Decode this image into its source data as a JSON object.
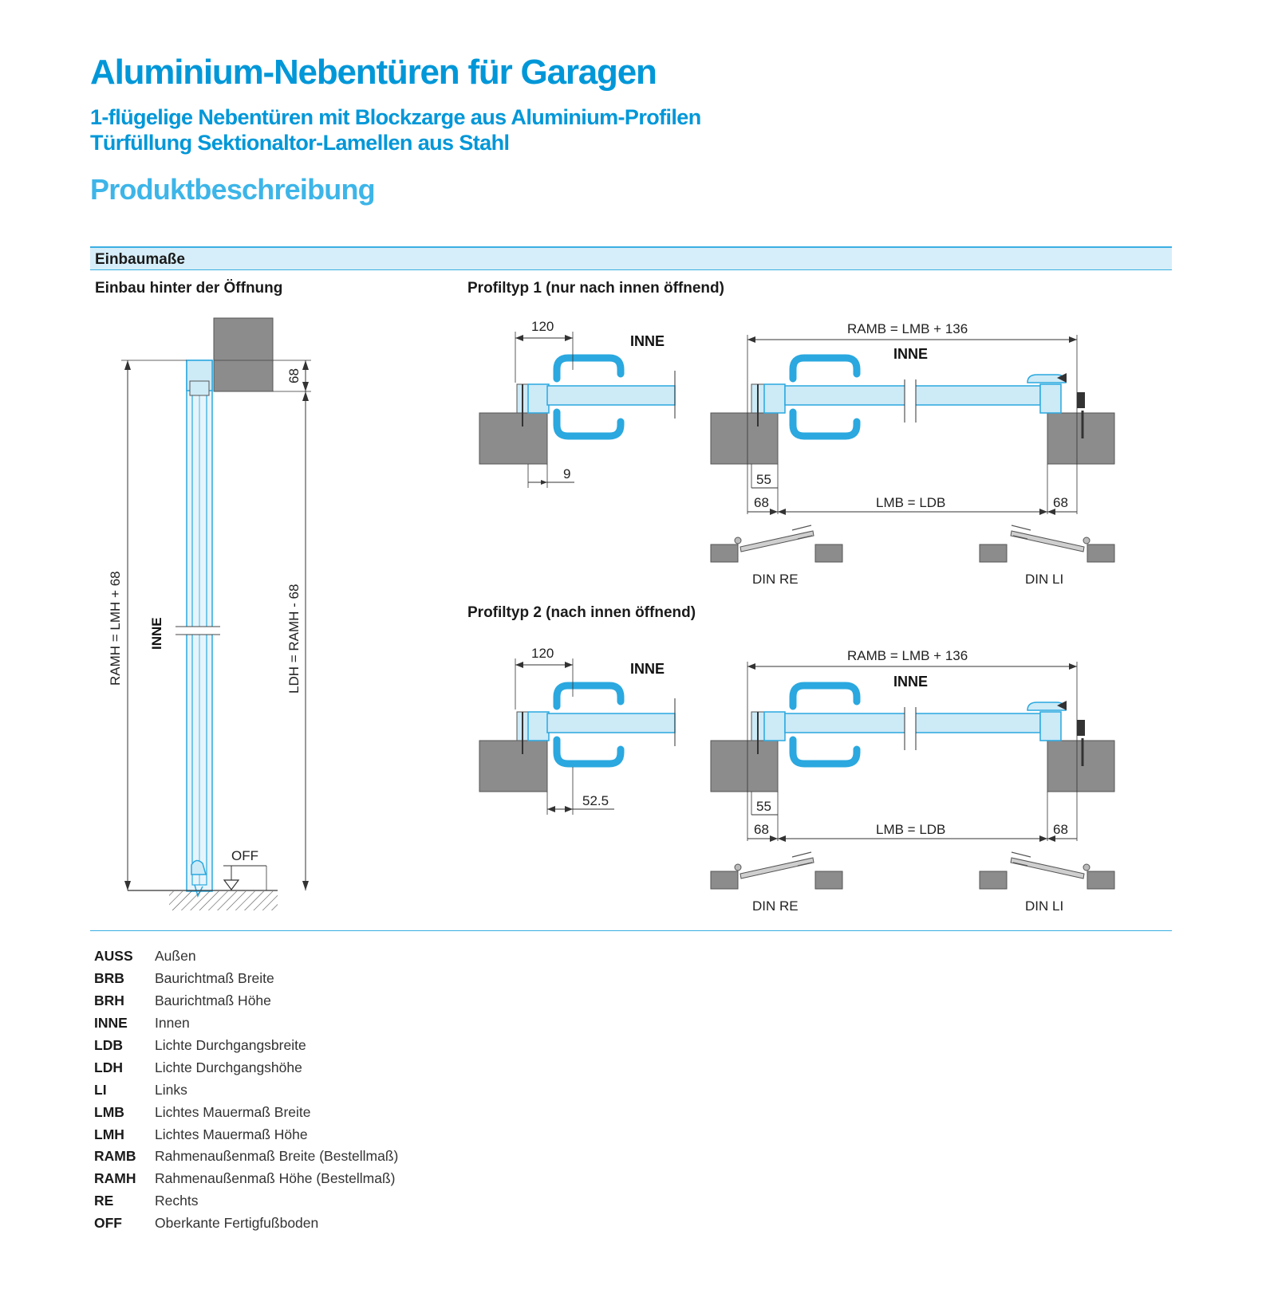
{
  "header": {
    "title": "Aluminium-Nebentüren für Garagen",
    "subtitle_line1": "1-flügelige Nebentüren mit Blockzarge aus Aluminium-Profilen",
    "subtitle_line2": "Türfüllung Sektionaltor-Lamellen aus Stahl",
    "section": "Produktbeschreibung"
  },
  "colors": {
    "brand_blue": "#0097d8",
    "bar_background": "#d6eef9",
    "wall_gray": "#8a8a8a",
    "profile_light_blue": "#cdeaf7"
  },
  "bar": {
    "label": "Einbaumaße"
  },
  "left_drawing": {
    "heading": "Einbau hinter der Öffnung",
    "dim_top": "68",
    "dim_total": "RAMH = LMH + 68",
    "dim_clear": "LDH = RAMH - 68",
    "inside": "INNE",
    "floor": "OFF"
  },
  "profile1": {
    "heading": "Profiltyp 1 (nur nach innen öffnend)",
    "dim_frame": "120",
    "inside": "INNE",
    "dim_offset": "9",
    "dim_ramb": "RAMB = LMB + 136",
    "dim_55": "55",
    "dim_left": "68",
    "dim_lmb": "LMB = LDB",
    "dim_right": "68",
    "din_right": "DIN RE",
    "din_left": "DIN LI"
  },
  "profile2": {
    "heading": "Profiltyp 2 (nach innen öffnend)",
    "dim_frame": "120",
    "inside": "INNE",
    "dim_offset": "52.5",
    "dim_ramb": "RAMB = LMB + 136",
    "dim_55": "55",
    "dim_left": "68",
    "dim_lmb": "LMB = LDB",
    "dim_right": "68",
    "din_right": "DIN RE",
    "din_left": "DIN LI"
  },
  "legend": [
    {
      "abbr": "AUSS",
      "desc": "Außen"
    },
    {
      "abbr": "BRB",
      "desc": "Baurichtmaß Breite"
    },
    {
      "abbr": "BRH",
      "desc": "Baurichtmaß Höhe"
    },
    {
      "abbr": "INNE",
      "desc": "Innen"
    },
    {
      "abbr": "LDB",
      "desc": "Lichte Durchgangsbreite"
    },
    {
      "abbr": "LDH",
      "desc": "Lichte Durchgangshöhe"
    },
    {
      "abbr": "LI",
      "desc": "Links"
    },
    {
      "abbr": "LMB",
      "desc": "Lichtes Mauermaß Breite"
    },
    {
      "abbr": "LMH",
      "desc": "Lichtes Mauermaß Höhe"
    },
    {
      "abbr": "RAMB",
      "desc": "Rahmenaußenmaß Breite (Bestellmaß)"
    },
    {
      "abbr": "RAMH",
      "desc": "Rahmenaußenmaß Höhe (Bestellmaß)"
    },
    {
      "abbr": "RE",
      "desc": "Rechts"
    },
    {
      "abbr": "OFF",
      "desc": "Oberkante Fertigfußboden"
    }
  ]
}
